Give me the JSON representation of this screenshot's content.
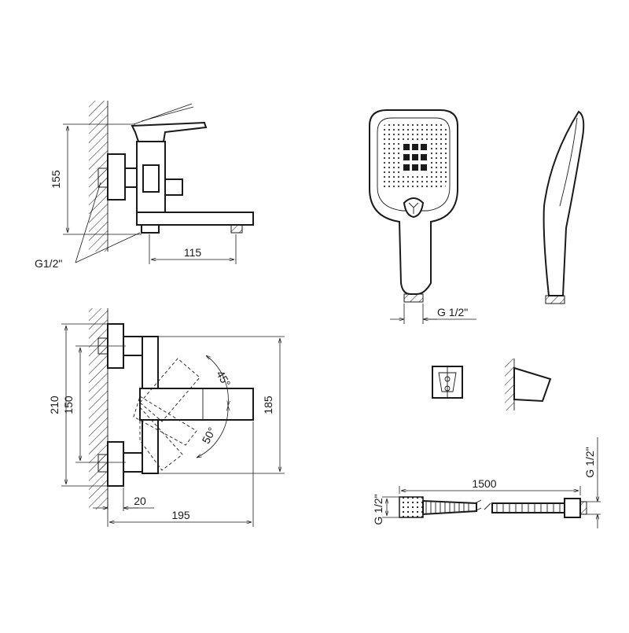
{
  "dimensions": {
    "side_height": "155",
    "side_thread": "G1/2\"",
    "side_spout": "115",
    "top_height_outer": "210",
    "top_center": "150",
    "top_depth": "185",
    "top_wall_offset": "20",
    "top_length": "195",
    "angle_upper": "45°",
    "angle_lower": "50°",
    "handshower_thread": "G 1/2\"",
    "hose_length": "1500",
    "hose_thread_left": "G 1/2\"",
    "hose_thread_right": "G 1/2\""
  },
  "colors": {
    "line": "#1a1a1a",
    "background": "#ffffff"
  }
}
